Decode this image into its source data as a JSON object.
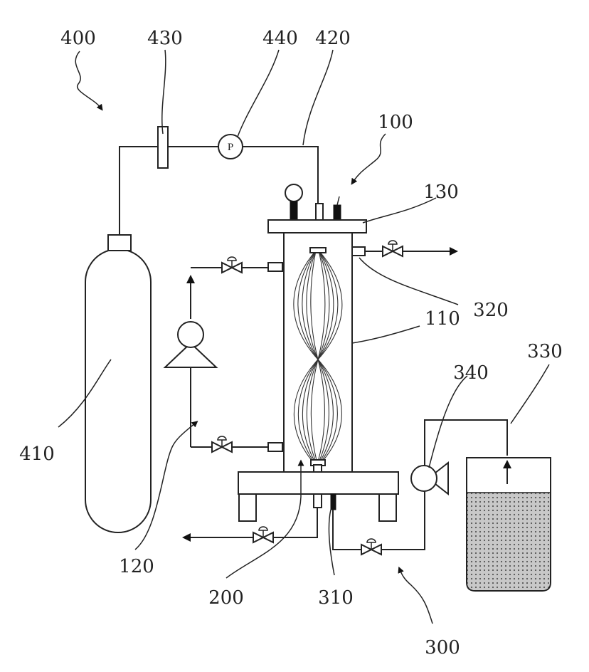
{
  "labels": {
    "system_400": "400",
    "gas_line_420": "420",
    "flow_meter_430": "430",
    "gas_pump_440": "440",
    "gas_cylinder_410": "410",
    "module_100": "100",
    "cap_130": "130",
    "housing_110": "110",
    "outlet_port_320": "320",
    "tank_330": "330",
    "feed_pump_340": "340",
    "circulation_120": "120",
    "fiber_bundle_200": "200",
    "inlet_port_310": "310",
    "feed_system_300": "300"
  },
  "pump_symbol": "P",
  "colors": {
    "line": "#222222",
    "liquid": "#bdbdbd"
  }
}
